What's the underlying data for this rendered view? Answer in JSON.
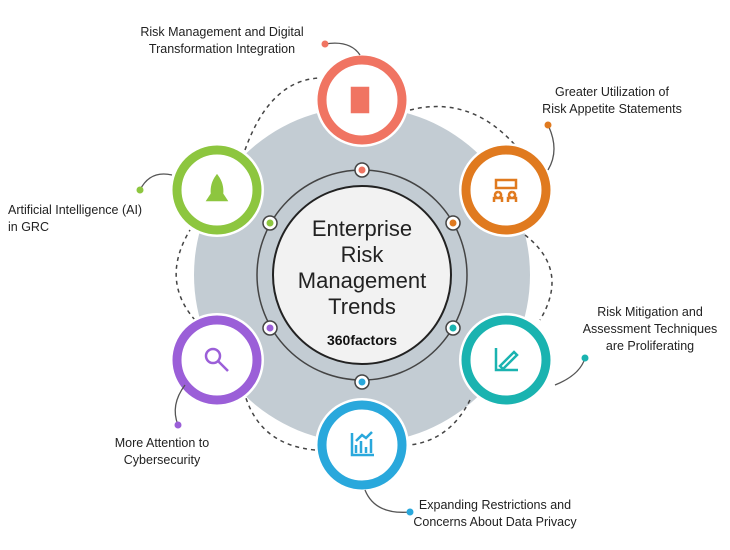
{
  "center": {
    "title_lines": [
      "Enterprise",
      "Risk",
      "Management",
      "Trends"
    ],
    "logo": "360factors"
  },
  "trends": [
    {
      "id": "digital",
      "lines": [
        "Risk Management and Digital",
        "Transformation Integration"
      ],
      "color": "#f07462",
      "icon": "document-pen-icon"
    },
    {
      "id": "appetite",
      "lines": [
        "Greater Utilization of",
        "Risk Appetite Statements"
      ],
      "color": "#e07a1f",
      "icon": "presentation-icon"
    },
    {
      "id": "mitigation",
      "lines": [
        "Risk Mitigation and",
        "Assessment Techniques",
        "are Proliferating"
      ],
      "color": "#1ab3b0",
      "icon": "pencil-chart-icon"
    },
    {
      "id": "privacy",
      "lines": [
        "Expanding Restrictions and",
        "Concerns About Data Privacy"
      ],
      "color": "#29a8dc",
      "icon": "bar-chart-icon"
    },
    {
      "id": "cyber",
      "lines": [
        "More Attention to",
        "Cybersecurity"
      ],
      "color": "#9b5fd8",
      "icon": "magnifier-icon"
    },
    {
      "id": "ai",
      "lines": [
        "Artificial Intelligence (AI)",
        "in GRC"
      ],
      "color": "#8dc63f",
      "icon": "rocket-icon"
    }
  ]
}
